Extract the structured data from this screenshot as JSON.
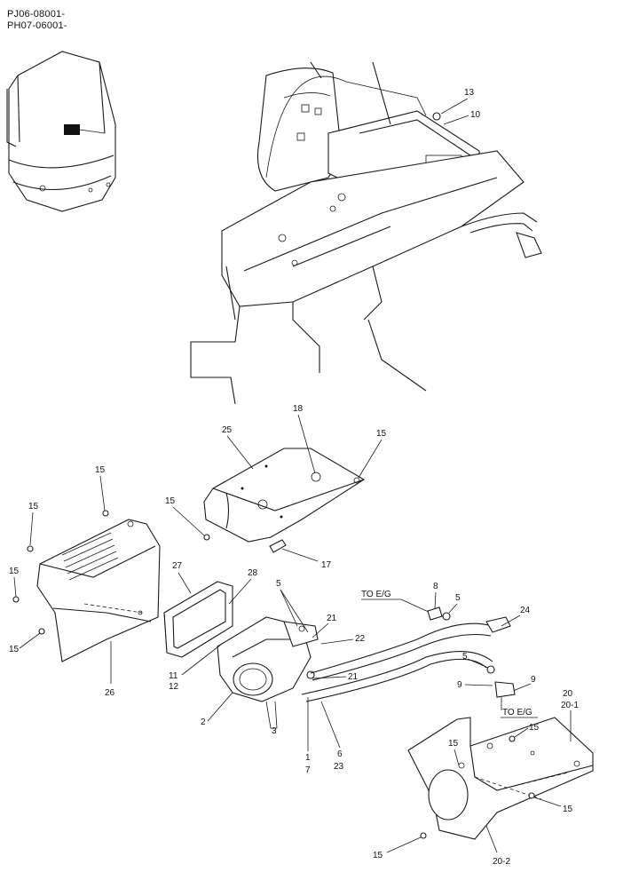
{
  "header": {
    "serial_line_1": "PJ06-08001-",
    "serial_line_2": "PH07-06001-"
  },
  "callouts": [
    {
      "id": "c13",
      "text": "13"
    },
    {
      "id": "c10",
      "text": "10"
    },
    {
      "id": "c18",
      "text": "18"
    },
    {
      "id": "c25",
      "text": "25"
    },
    {
      "id": "c15a",
      "text": "15"
    },
    {
      "id": "c15b",
      "text": "15"
    },
    {
      "id": "c17",
      "text": "17"
    },
    {
      "id": "c15c",
      "text": "15"
    },
    {
      "id": "c15d",
      "text": "15"
    },
    {
      "id": "c15e",
      "text": "15"
    },
    {
      "id": "c15f",
      "text": "15"
    },
    {
      "id": "c27",
      "text": "27"
    },
    {
      "id": "c28",
      "text": "28"
    },
    {
      "id": "c26",
      "text": "26"
    },
    {
      "id": "c5a",
      "text": "5"
    },
    {
      "id": "c21a",
      "text": "21"
    },
    {
      "id": "c22",
      "text": "22"
    },
    {
      "id": "c11",
      "text": "11"
    },
    {
      "id": "c12",
      "text": "12"
    },
    {
      "id": "c21b",
      "text": "21"
    },
    {
      "id": "c2",
      "text": "2"
    },
    {
      "id": "c3",
      "text": "3"
    },
    {
      "id": "c1",
      "text": "1"
    },
    {
      "id": "c7",
      "text": "7"
    },
    {
      "id": "c6",
      "text": "6"
    },
    {
      "id": "c23",
      "text": "23"
    },
    {
      "id": "c8",
      "text": "8"
    },
    {
      "id": "c5b",
      "text": "5"
    },
    {
      "id": "c24",
      "text": "24"
    },
    {
      "id": "c5c",
      "text": "5"
    },
    {
      "id": "c9a",
      "text": "9"
    },
    {
      "id": "c9b",
      "text": "9"
    },
    {
      "id": "c20",
      "text": "20"
    },
    {
      "id": "c20_1",
      "text": "20-1"
    },
    {
      "id": "c15g",
      "text": "15"
    },
    {
      "id": "c15h",
      "text": "15"
    },
    {
      "id": "c15i",
      "text": "15"
    },
    {
      "id": "c15j",
      "text": "15"
    },
    {
      "id": "c20_2",
      "text": "20-2"
    }
  ],
  "notes": {
    "to_eg_1": "TO E/G",
    "to_eg_2": "TO E/G"
  }
}
